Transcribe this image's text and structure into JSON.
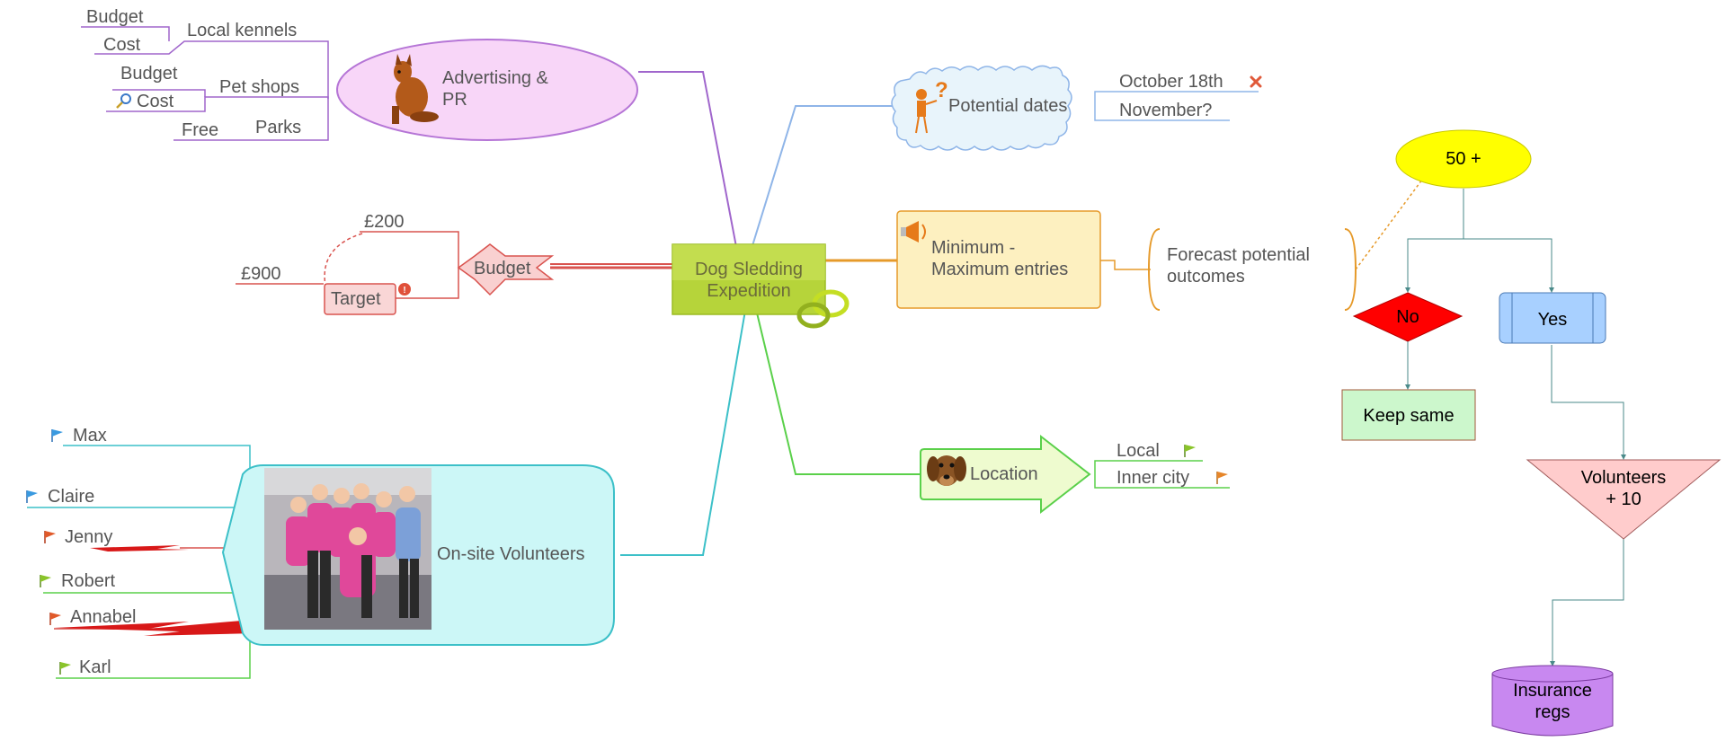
{
  "center": {
    "title": "Dog Sledding\nExpedition"
  },
  "advertising": {
    "title": "Advertising &\nPR",
    "local_kennels": {
      "label": "Local kennels",
      "budget": "Budget",
      "cost": "Cost"
    },
    "pet_shops": {
      "label": "Pet shops",
      "budget": "Budget",
      "cost": "Cost"
    },
    "parks": {
      "label": "Parks",
      "free": "Free"
    }
  },
  "budget": {
    "label": "Budget",
    "amount_200": "£200",
    "target": "Target",
    "amount_900": "£900"
  },
  "volunteers": {
    "title": "On-site Volunteers",
    "names": [
      "Max",
      "Claire",
      "Jenny",
      "Robert",
      "Annabel",
      "Karl"
    ]
  },
  "dates": {
    "title": "Potential dates",
    "items": [
      "October 18th",
      "November?"
    ]
  },
  "entries": {
    "title": "Minimum -\nMaximum entries",
    "forecast": "Forecast potential\noutcomes"
  },
  "location": {
    "title": "Location",
    "items": [
      "Local",
      "Inner city"
    ]
  },
  "flowchart": {
    "start": "50 +",
    "no": "No",
    "yes": "Yes",
    "keep": "Keep same",
    "volunteers": "Volunteers\n+ 10",
    "insurance": "Insurance\nregs"
  },
  "colors": {
    "purple": "#a066cc",
    "red": "#d9534f",
    "cyan": "#3cc0c8",
    "blue": "#5a8fd8",
    "orange": "#e69a2a",
    "green": "#5ad04a",
    "lime": "#b5d334"
  }
}
